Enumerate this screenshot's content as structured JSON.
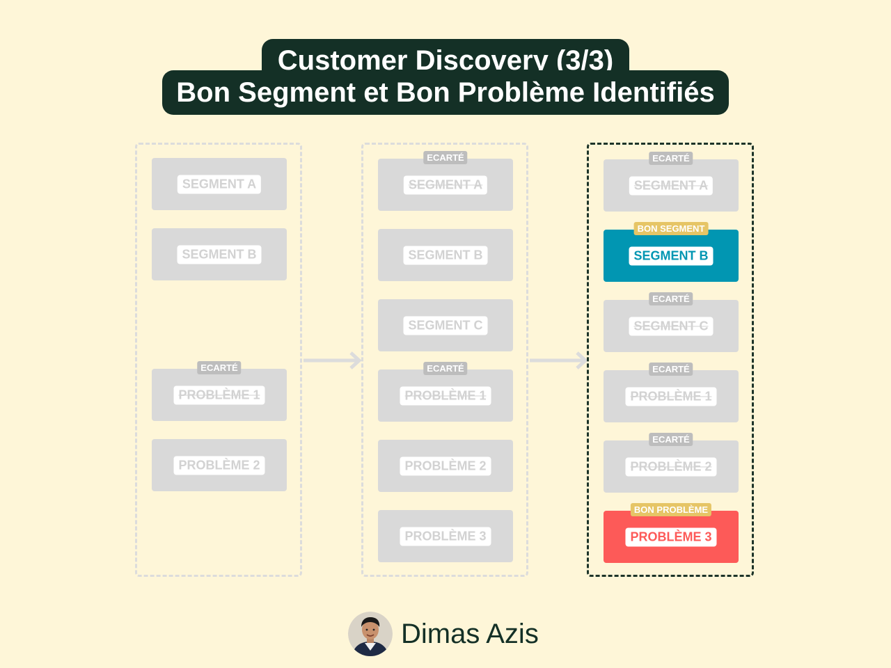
{
  "title": {
    "line1": "Customer Discovery (3/3)",
    "line2": "Bon Segment et Bon Problème Identifiés"
  },
  "columns": [
    {
      "cards": [
        {
          "label": "SEGMENT A",
          "state": "neutral"
        },
        {
          "label": "SEGMENT B",
          "state": "neutral"
        },
        {
          "label": "PROBLÈME 1",
          "state": "discarded",
          "badge": "ECARTÉ"
        },
        {
          "label": "PROBLÈME 2",
          "state": "neutral"
        }
      ]
    },
    {
      "cards": [
        {
          "label": "SEGMENT A",
          "state": "discarded",
          "badge": "ECARTÉ"
        },
        {
          "label": "SEGMENT B",
          "state": "neutral"
        },
        {
          "label": "SEGMENT C",
          "state": "neutral"
        },
        {
          "label": "PROBLÈME 1",
          "state": "discarded",
          "badge": "ECARTÉ"
        },
        {
          "label": "PROBLÈME 2",
          "state": "neutral"
        },
        {
          "label": "PROBLÈME 3",
          "state": "neutral"
        }
      ]
    },
    {
      "cards": [
        {
          "label": "SEGMENT A",
          "state": "discarded",
          "badge": "ECARTÉ"
        },
        {
          "label": "SEGMENT B",
          "state": "good-segment",
          "badge": "BON SEGMENT"
        },
        {
          "label": "SEGMENT C",
          "state": "discarded",
          "badge": "ECARTÉ"
        },
        {
          "label": "PROBLÈME 1",
          "state": "discarded",
          "badge": "ECARTÉ"
        },
        {
          "label": "PROBLÈME 2",
          "state": "discarded",
          "badge": "ECARTÉ"
        },
        {
          "label": "PROBLÈME 3",
          "state": "good-problem",
          "badge": "BON PROBLÈME"
        }
      ]
    }
  ],
  "colors": {
    "background": "#fef6d8",
    "title_bg": "#143026",
    "card_neutral": "#d9d9d9",
    "good_segment": "#0196b2",
    "good_problem": "#fd5a58",
    "badge_discarded": "#bdbdbd",
    "badge_good": "#e6c566"
  },
  "author": {
    "name": "Dimas Azis",
    "avatar_icon": "avatar-portrait"
  }
}
